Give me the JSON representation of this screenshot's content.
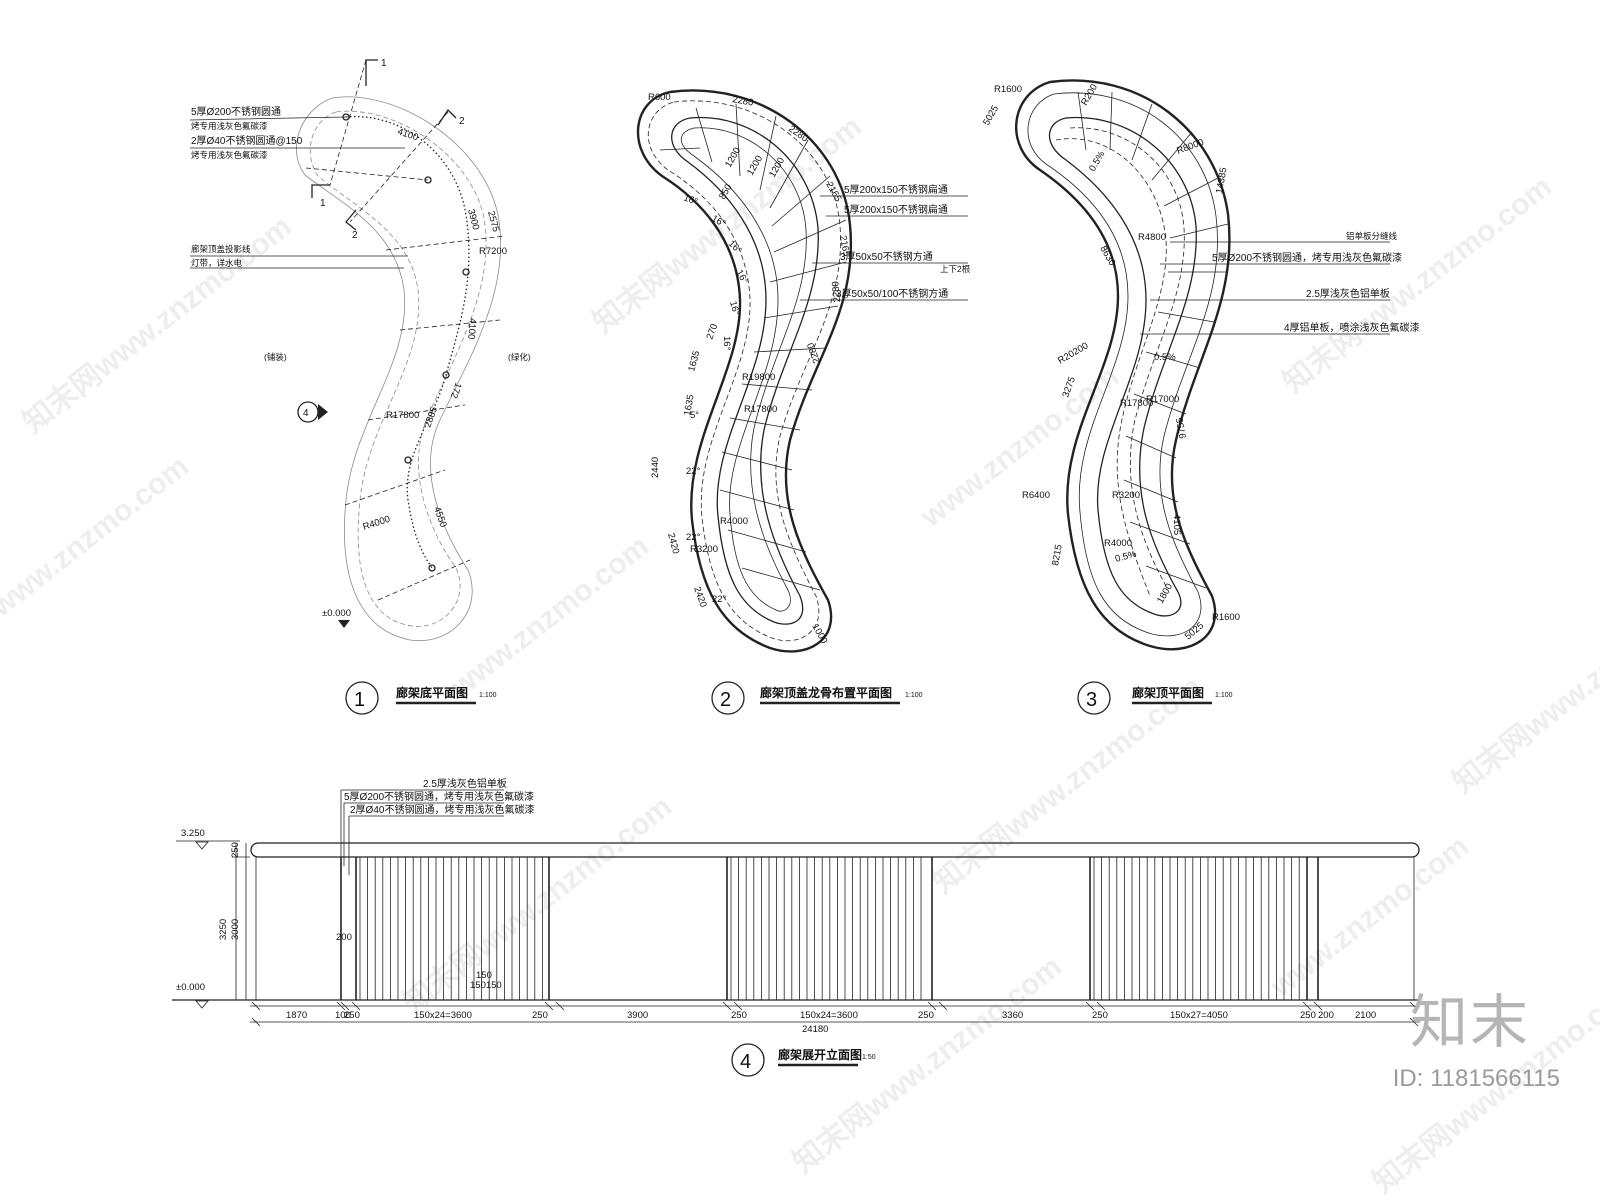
{
  "plan1": {
    "title": "廊架底平面图",
    "number": "1",
    "scale": "1:100",
    "labels": {
      "pipe_main": "5厚Ø200不锈钢圆通",
      "pipe_main_finish": "烤专用浅灰色氟碳漆",
      "pipe_small": "2厚Ø40不锈钢圆通@150",
      "pipe_small_finish": "烤专用浅灰色氟碳漆",
      "shadow_line": "廊架顶盖投影线",
      "light_strip": "灯带，详水电",
      "left_area": "(铺装)",
      "right_area": "(绿化)",
      "elevation": "±0.000",
      "sec1a": "1",
      "sec1b": "1",
      "sec2a": "2",
      "sec2b": "2"
    },
    "dims": [
      "4100",
      "3900",
      "2575",
      "R7200",
      "4100",
      "172",
      "R17800",
      "2885",
      "4550",
      "R4000"
    ]
  },
  "plan2": {
    "title": "廊架顶盖龙骨布置平面图",
    "number": "2",
    "scale": "1:100",
    "labels": {
      "beam_a": "5厚200x150不锈钢扁通",
      "beam_b": "5厚200x150不锈钢扁通",
      "beam_c": "3厚50x50不锈钢方通",
      "beam_c2": "上下2根",
      "beam_d": "3厚50x50/100不锈钢方通"
    },
    "dims": [
      "R600",
      "2280",
      "2280",
      "2165",
      "2165",
      "2280",
      "2280",
      "1200",
      "1200",
      "1200",
      "850",
      "16°",
      "16°",
      "16°",
      "16°",
      "16°",
      "16°",
      "270",
      "1635",
      "1635",
      "R19800",
      "R17800",
      "5°",
      "2440",
      "22°",
      "R4000",
      "2420",
      "22°",
      "R3200",
      "2420",
      "22°",
      "1000"
    ]
  },
  "plan3": {
    "title": "廊架顶平面图",
    "number": "3",
    "scale": "1:100",
    "labels": {
      "seam": "铝单板分缝线",
      "pipe": "5厚Ø200不锈钢圆通，烤专用浅灰色氟碳漆",
      "alu": "2.5厚浅灰色铝单板",
      "alu_b": "4厚铝单板，喷涂浅灰色氟碳漆"
    },
    "dims": [
      "R1600",
      "5025",
      "R200",
      "R8000",
      "0.5%",
      "14385",
      "R4800",
      "8630",
      "R20200",
      "3275",
      "0.5%",
      "R17000",
      "R17800",
      "9755",
      "R6400",
      "R3200",
      "4105",
      "R4000",
      "8215",
      "0.5%",
      "R1600",
      "5025",
      "1800"
    ]
  },
  "elev4": {
    "title": "廊架展开立面图",
    "number": "4",
    "scale": "1:50",
    "labels": {
      "top_panel": "2.5厚浅灰色铝单板",
      "pipe_main": "5厚Ø200不锈钢圆通，烤专用浅灰色氟碳漆",
      "pipe_small": "2厚Ø40不锈钢圆通，烤专用浅灰色氟碳漆",
      "top_level": "3.250",
      "ground_level": "±0.000"
    },
    "vdims": {
      "top": "250",
      "total": "3250",
      "clear": "3000",
      "inner": "200"
    },
    "pitch": {
      "a": "150",
      "b": "150150"
    },
    "segments": [
      "1870",
      "100",
      "250",
      "150x24=3600",
      "250",
      "3900",
      "250",
      "150x24=3600",
      "250",
      "3360",
      "250",
      "150x27=4050",
      "250",
      "200",
      "2100"
    ],
    "total": "24180"
  },
  "watermarks": [
    "知末网www.znzmo.com",
    "www.znzmo.com",
    "知末网www.znzmo.com",
    "www.znzmo.com",
    "知末网www.znzmo.com",
    "知末网www.znzmo.com",
    "www.znzmo.com",
    "知末网www.znzmo.com",
    "知末网www.znzmo.com",
    "www.znzmo.com",
    "知末网www.znzmo.com",
    "知末网www.znzmo.com"
  ],
  "brand": "知末",
  "image_id": "ID: 1181566115",
  "colors": {
    "line": "#222222",
    "watermark": "#969696",
    "background": "#ffffff"
  }
}
